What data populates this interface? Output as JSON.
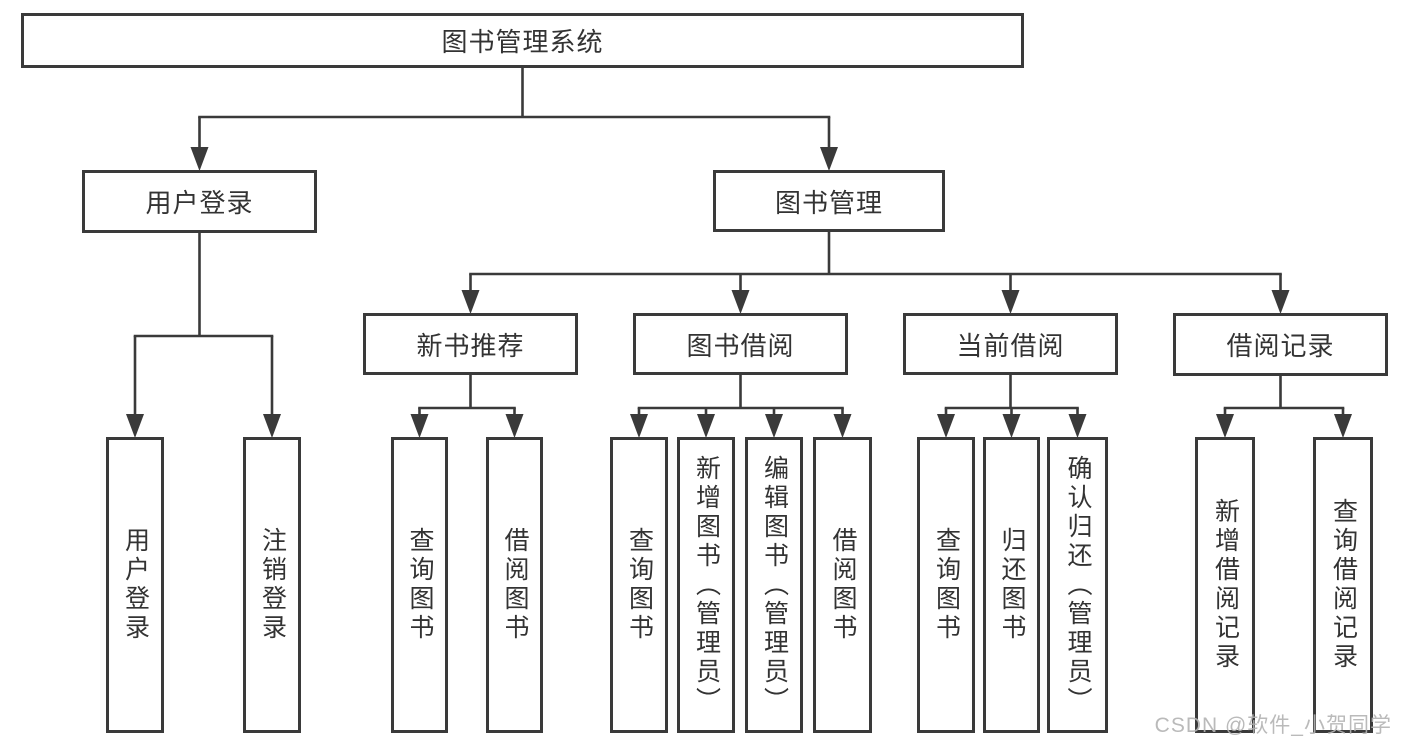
{
  "diagram": {
    "title": "图书管理系统",
    "nodes": [
      {
        "id": "root",
        "label": "图书管理系统",
        "parent": null,
        "orientation": "horizontal"
      },
      {
        "id": "user-login",
        "label": "用户登录",
        "parent": "root",
        "orientation": "horizontal"
      },
      {
        "id": "book-mgmt",
        "label": "图书管理",
        "parent": "root",
        "orientation": "horizontal"
      },
      {
        "id": "new-books",
        "label": "新书推荐",
        "parent": "book-mgmt",
        "orientation": "horizontal"
      },
      {
        "id": "book-borrow",
        "label": "图书借阅",
        "parent": "book-mgmt",
        "orientation": "horizontal"
      },
      {
        "id": "cur-borrow",
        "label": "当前借阅",
        "parent": "book-mgmt",
        "orientation": "horizontal"
      },
      {
        "id": "borrow-rec",
        "label": "借阅记录",
        "parent": "book-mgmt",
        "orientation": "horizontal"
      },
      {
        "id": "login",
        "label": "用户登录",
        "parent": "user-login",
        "orientation": "vertical"
      },
      {
        "id": "logout",
        "label": "注销登录",
        "parent": "user-login",
        "orientation": "vertical"
      },
      {
        "id": "nb-query",
        "label": "查询图书",
        "parent": "new-books",
        "orientation": "vertical"
      },
      {
        "id": "nb-borrow",
        "label": "借阅图书",
        "parent": "new-books",
        "orientation": "vertical"
      },
      {
        "id": "bb-query",
        "label": "查询图书",
        "parent": "book-borrow",
        "orientation": "vertical"
      },
      {
        "id": "bb-add",
        "label": "新增图书（管理员）",
        "parent": "book-borrow",
        "orientation": "vertical"
      },
      {
        "id": "bb-edit",
        "label": "编辑图书（管理员）",
        "parent": "book-borrow",
        "orientation": "vertical"
      },
      {
        "id": "bb-borrow",
        "label": "借阅图书",
        "parent": "book-borrow",
        "orientation": "vertical"
      },
      {
        "id": "cb-query",
        "label": "查询图书",
        "parent": "cur-borrow",
        "orientation": "vertical"
      },
      {
        "id": "cb-return",
        "label": "归还图书",
        "parent": "cur-borrow",
        "orientation": "vertical"
      },
      {
        "id": "cb-confirm",
        "label": "确认归还（管理员）",
        "parent": "cur-borrow",
        "orientation": "vertical"
      },
      {
        "id": "br-add",
        "label": "新增借阅记录",
        "parent": "borrow-rec",
        "orientation": "vertical"
      },
      {
        "id": "br-query",
        "label": "查询借阅记录",
        "parent": "borrow-rec",
        "orientation": "vertical"
      }
    ]
  },
  "watermark": {
    "text": "CSDN @软件_小贺同学"
  },
  "colors": {
    "line": "#3a3a3a",
    "text": "#333333",
    "box_fill": "#ffffff",
    "background": "#ffffff",
    "watermark": "#b3b3b3"
  }
}
